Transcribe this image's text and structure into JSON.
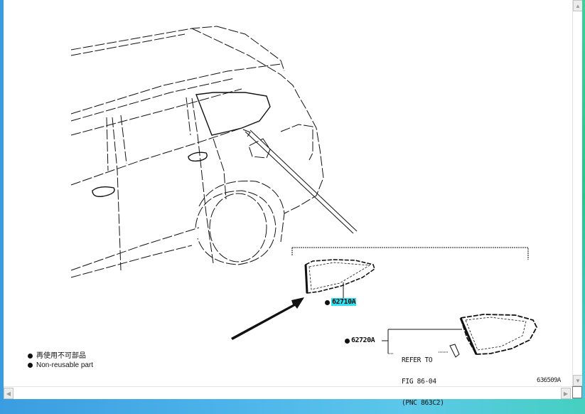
{
  "diagram": {
    "parts": [
      {
        "number": "62710A",
        "marker": "non-reusable",
        "highlighted": true
      },
      {
        "number": "62720A",
        "marker": "non-reusable",
        "highlighted": false
      }
    ],
    "reference": {
      "line1": "REFER TO",
      "line2": "FIG 86-04",
      "line3": "(PNC 863C2)"
    },
    "legend": {
      "line_jp": "再使用不可部品",
      "line_en": "Non-reusable part"
    },
    "figure_id": "636509A",
    "highlight_color": "#33e0f0"
  },
  "scrollbars": {
    "vertical": {
      "up_icon": "▲",
      "down_icon": "▼"
    },
    "horizontal": {
      "left_icon": "◀",
      "right_icon": "▶"
    }
  }
}
